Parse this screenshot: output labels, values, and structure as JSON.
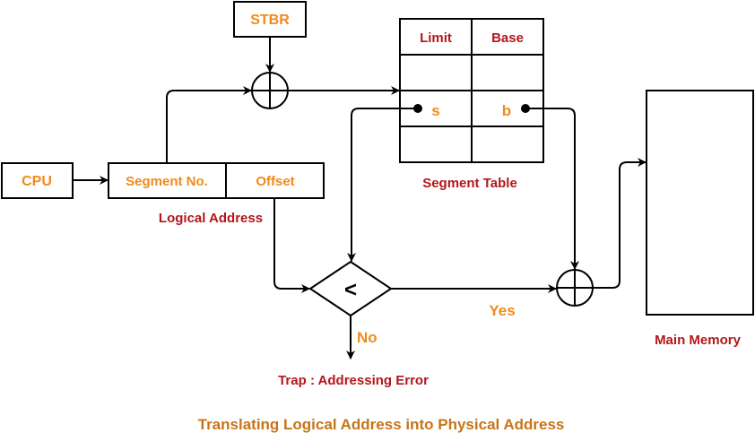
{
  "diagram": {
    "title": "Translating Logical Address into Physical Address",
    "nodes": {
      "cpu": "CPU",
      "stbr": "STBR",
      "segment_no": "Segment No.",
      "offset": "Offset",
      "logical_address_label": "Logical Address",
      "segment_table_label": "Segment Table",
      "main_memory_label": "Main Memory",
      "comparator": "<",
      "trap_label": "Trap : Addressing Error"
    },
    "segment_table": {
      "headers": [
        "Limit",
        "Base"
      ],
      "rows": [
        [
          "",
          ""
        ],
        [
          "s",
          "b"
        ],
        [
          "",
          ""
        ]
      ]
    },
    "edges": {
      "yes_label": "Yes",
      "no_label": "No"
    },
    "colors": {
      "node_text": "#f08a1c",
      "caption_text": "#b3161b",
      "title_text": "#c87418",
      "stroke": "#000000"
    }
  }
}
